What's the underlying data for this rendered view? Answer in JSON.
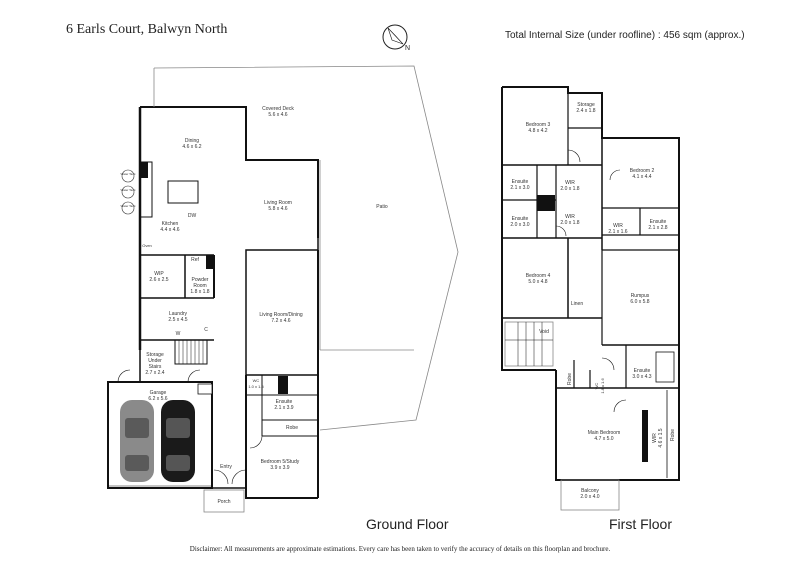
{
  "header": {
    "address": "6 Earls Court, Balwyn North",
    "size_label": "Total Internal Size (under roofline) :  456 sqm (approx.)",
    "north_label": "N"
  },
  "floors": {
    "ground": {
      "title": "Ground Floor",
      "rooms": {
        "covered_deck": {
          "name": "Covered Deck",
          "dims": "5.6 x 4.6"
        },
        "dining": {
          "name": "Dining",
          "dims": "4.6 x 6.2"
        },
        "living_room": {
          "name": "Living Room",
          "dims": "5.8 x 4.6"
        },
        "patio": {
          "name": "Patio"
        },
        "kitchen": {
          "name": "Kitchen",
          "dims": "4.4 x 4.6"
        },
        "wip": {
          "name": "WIP",
          "dims": "2.6 x 2.5"
        },
        "powder_room": {
          "name": "Powder Room",
          "dims": "1.8 x 1.8"
        },
        "laundry": {
          "name": "Laundry",
          "dims": "2.5 x 4.5"
        },
        "living_dining": {
          "name": "Living Room/Dining",
          "dims": "7.2 x 4.6"
        },
        "storage_under_stairs": {
          "name": "Storage Under Stairs",
          "dims": "2.7 x 2.4"
        },
        "garage": {
          "name": "Garage",
          "dims": "6.2 x 5.6"
        },
        "wc": {
          "name": "WC",
          "dims": "1.0 x 1.5"
        },
        "ensuite": {
          "name": "Ensuite",
          "dims": "2.1 x 3.9"
        },
        "robe": {
          "name": "Robe"
        },
        "bedroom5": {
          "name": "Bedroom 5/Study",
          "dims": "3.9 x 3.9"
        },
        "entry": {
          "name": "Entry"
        },
        "porch": {
          "name": "Porch"
        }
      },
      "fixtures": {
        "water_tank": "Water Tank",
        "dw": "DW",
        "ref": "Ref",
        "oven": "Oven",
        "w": "W",
        "c": "C"
      }
    },
    "first": {
      "title": "First Floor",
      "rooms": {
        "bedroom3": {
          "name": "Bedroom 3",
          "dims": "4.8 x 4.2"
        },
        "storage": {
          "name": "Storage",
          "dims": "2.4 x 1.8"
        },
        "bedroom2": {
          "name": "Bedroom 2",
          "dims": "4.1 x 4.4"
        },
        "ensuite_a": {
          "name": "Ensuite",
          "dims": "2.1 x 3.0"
        },
        "wir_a": {
          "name": "WIR",
          "dims": "2.0 x 1.8"
        },
        "ensuite_b": {
          "name": "Ensuite",
          "dims": "2.0 x 3.0"
        },
        "wir_b": {
          "name": "WIR",
          "dims": "2.0 x 1.8"
        },
        "wir_c": {
          "name": "WIR",
          "dims": "2.1 x 1.6"
        },
        "ensuite_c": {
          "name": "Ensuite",
          "dims": "2.1 x 2.8"
        },
        "bedroom4": {
          "name": "Bedroom 4",
          "dims": "5.0 x 4.8"
        },
        "linen": {
          "name": "Linen"
        },
        "rumpus": {
          "name": "Rumpus",
          "dims": "6.0 x 5.8"
        },
        "void": {
          "name": "Void"
        },
        "robe": {
          "name": "Robe"
        },
        "wc": {
          "name": "WC",
          "dims": "1.8 x 1.6"
        },
        "ensuite_d": {
          "name": "Ensuite",
          "dims": "3.0 x 4.3"
        },
        "main_bedroom": {
          "name": "Main Bedroom",
          "dims": "4.7 x 5.0"
        },
        "wir_main": {
          "name": "WIR",
          "dims": "4.6 x 1.5"
        },
        "robe2": {
          "name": "Robe"
        },
        "balcony": {
          "name": "Balcony",
          "dims": "2.0 x 4.0"
        }
      }
    }
  },
  "footer": {
    "disclaimer": "Disclaimer: All measurements are approximate estimations. Every care has been taken to verify the accuracy of details on this floorplan and brochure."
  },
  "colors": {
    "wall": "#111111",
    "thin_line": "#555555",
    "text": "#222222",
    "car_silver": "#8a8a8a",
    "car_black": "#1a1a1a"
  }
}
